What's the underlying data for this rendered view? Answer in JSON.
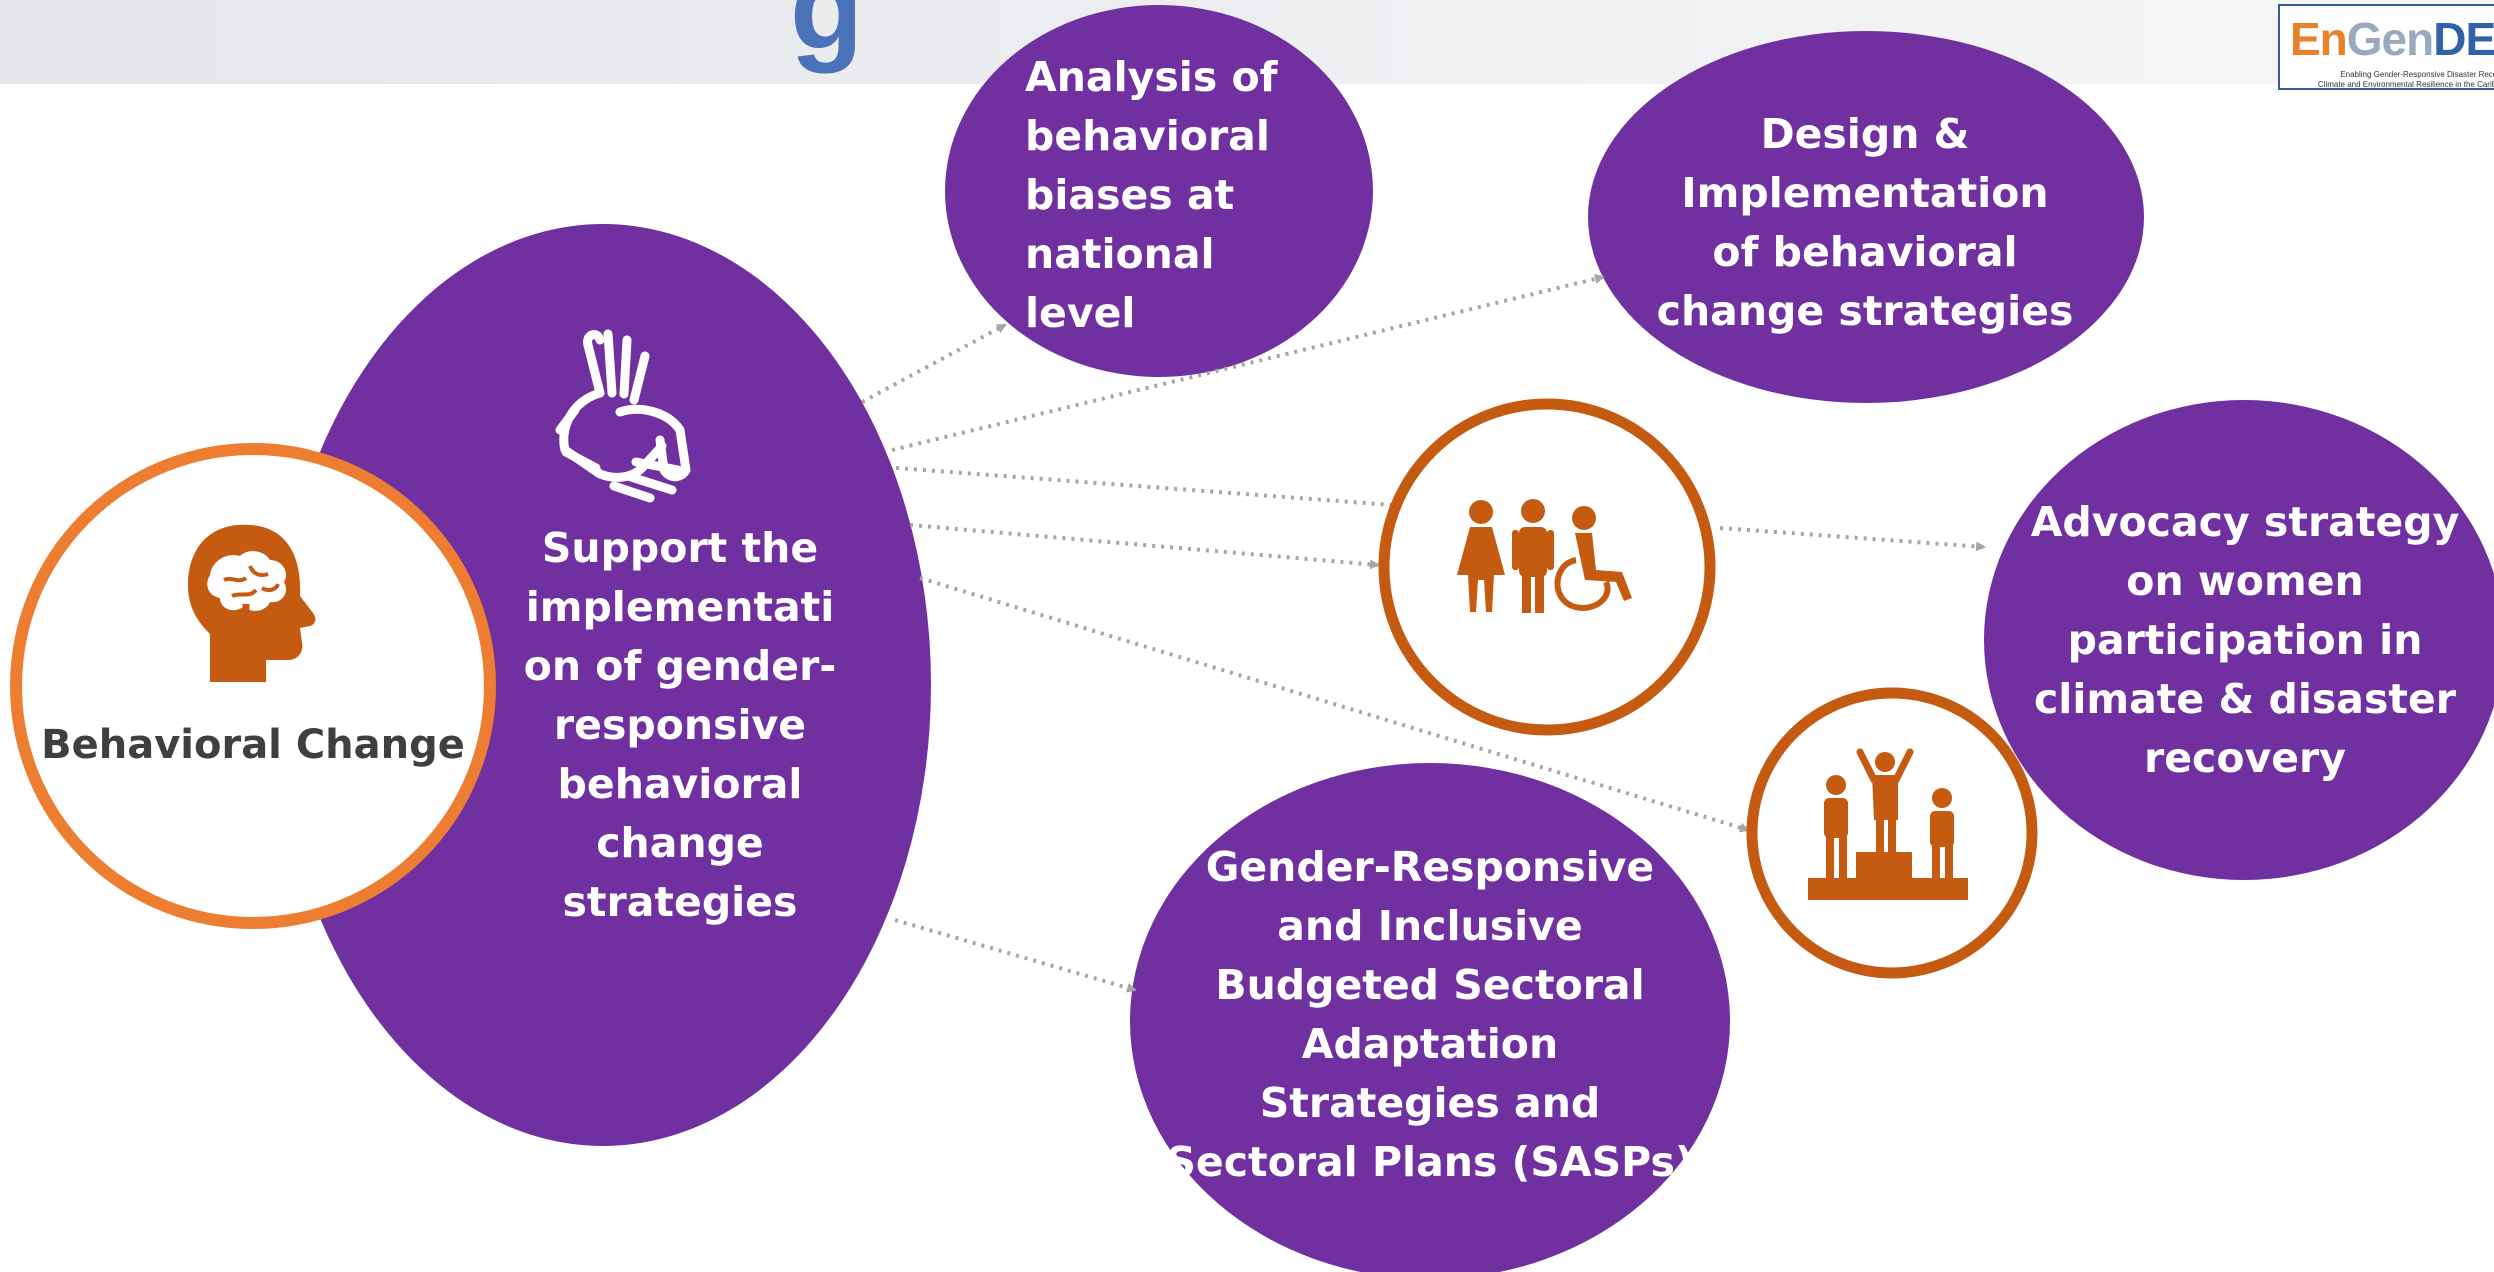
{
  "title_fragment": "g",
  "logo": {
    "wordmark_en": "En",
    "wordmark_gen": "Gen",
    "wordmark_def": "DER",
    "tagline": "Enabling Gender-Responsive Disaster Recovery,\nClimate and Environmental Resilience in the Caribbean"
  },
  "colors": {
    "purple": "#7030a0",
    "orange_ring": "#ed7d31",
    "orange_icon": "#c55a11",
    "arrow_gray": "#a6a6a6"
  },
  "nodes": {
    "root": "Behavioral Change",
    "center": "Support the\nimplementati\non of gender-\nresponsive\nbehavioral\nchange\nstrategies",
    "analysis": "Analysis of\nbehavioral\nbiases at\nnational level",
    "design": "Design &\nImplementation\nof behavioral\nchange strategies",
    "advocacy": "Advocacy strategy\non women\nparticipation in\nclimate & disaster\nrecovery",
    "budget": "Gender-Responsive\nand Inclusive\nBudgeted Sectoral\nAdaptation\nStrategies and\nSectoral Plans (SASPs)"
  },
  "icons": [
    "brain-head-icon",
    "sign-language-hands-icon",
    "people-inclusion-icon",
    "podium-icon"
  ]
}
